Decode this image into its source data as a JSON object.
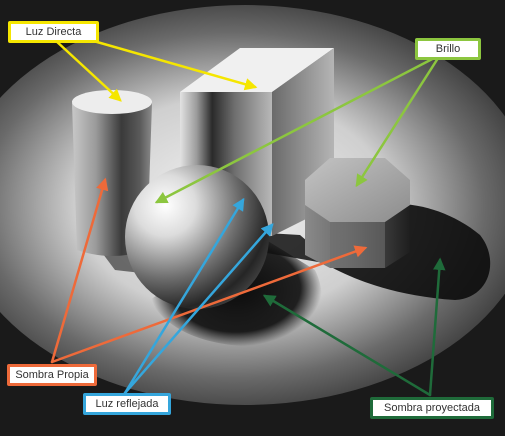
{
  "labels": {
    "luz_directa": "Luz Directa",
    "brillo": "Brillo",
    "sombra_propia": "Sombra Propia",
    "luz_reflejada": "Luz reflejada",
    "sombra_proyectada": "Sombra proyectada"
  },
  "colors": {
    "luz_directa": "#f5e600",
    "brillo": "#8cc63f",
    "sombra_propia": "#ee6a3a",
    "luz_reflejada": "#35a6dc",
    "sombra_proyectada": "#1f6b3a"
  }
}
